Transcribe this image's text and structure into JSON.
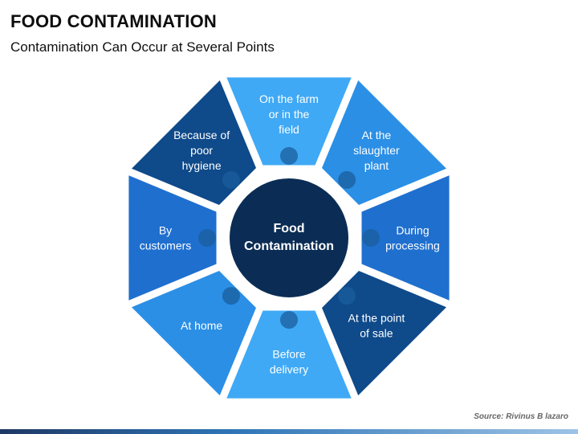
{
  "header": {
    "title": "FOOD CONTAMINATION",
    "subtitle": "Contamination Can Occur at Several Points"
  },
  "diagram": {
    "center": [
      "Food",
      "Contamination"
    ],
    "segments": [
      {
        "lines": [
          "On the farm",
          "or in the",
          "field"
        ],
        "color": "#3fa9f5"
      },
      {
        "lines": [
          "At the",
          "slaughter",
          "plant"
        ],
        "color": "#2b8fe6"
      },
      {
        "lines": [
          "During",
          "processing"
        ],
        "color": "#1f6fcf"
      },
      {
        "lines": [
          "At the point",
          "of sale"
        ],
        "color": "#0f4a8a"
      },
      {
        "lines": [
          "Before",
          "delivery"
        ],
        "color": "#3fa9f5"
      },
      {
        "lines": [
          "At home"
        ],
        "color": "#2b8fe6"
      },
      {
        "lines": [
          "By",
          "customers"
        ],
        "color": "#1f6fcf"
      },
      {
        "lines": [
          "Because of",
          "poor",
          "hygiene"
        ],
        "color": "#0f4a8a"
      }
    ],
    "center_color": "#0b2d55",
    "knob_color": "#1b5d9c"
  },
  "footer": {
    "source": "Source: Rivinus B lazaro"
  }
}
